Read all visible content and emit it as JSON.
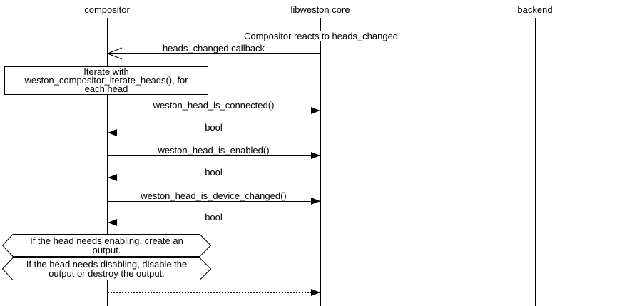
{
  "diagram": {
    "type": "sequence",
    "lifelines": [
      {
        "id": "compositor",
        "label": "compositor"
      },
      {
        "id": "libweston-core",
        "label": "libweston core"
      },
      {
        "id": "backend",
        "label": "backend"
      }
    ],
    "divider": {
      "label": "Compositor reacts to heads_changed"
    },
    "messages": [
      {
        "label": "heads_changed callback",
        "from": "libweston core",
        "to": "compositor",
        "line": "solid",
        "arrowhead": "open"
      },
      {
        "label": "weston_head_is_connected()",
        "from": "compositor",
        "to": "libweston core",
        "line": "solid",
        "arrowhead": "filled"
      },
      {
        "label": "bool",
        "from": "libweston core",
        "to": "compositor",
        "line": "dotted",
        "arrowhead": "filled"
      },
      {
        "label": "weston_head_is_enabled()",
        "from": "compositor",
        "to": "libweston core",
        "line": "solid",
        "arrowhead": "filled"
      },
      {
        "label": "bool",
        "from": "libweston core",
        "to": "compositor",
        "line": "dotted",
        "arrowhead": "filled"
      },
      {
        "label": "weston_head_is_device_changed()",
        "from": "compositor",
        "to": "libweston core",
        "line": "solid",
        "arrowhead": "filled"
      },
      {
        "label": "bool",
        "from": "libweston core",
        "to": "compositor",
        "line": "dotted",
        "arrowhead": "filled"
      },
      {
        "label": "",
        "from": "compositor",
        "to": "libweston core",
        "line": "dotted",
        "arrowhead": "filled"
      }
    ],
    "notes": [
      {
        "shape": "box",
        "text": "Iterate with\nweston_compositor_iterate_heads(), for\neach head"
      },
      {
        "shape": "condition",
        "text": "If the head needs enabling, create an\noutput."
      },
      {
        "shape": "condition",
        "text": "If the head needs disabling, disable the\noutput or destroy the output."
      }
    ],
    "colors": {
      "background": "#ffffff",
      "foreground": "#000000"
    }
  }
}
